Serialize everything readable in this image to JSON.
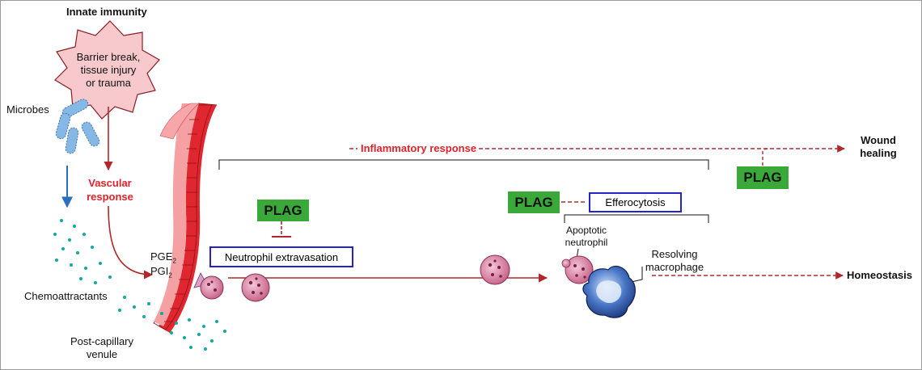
{
  "innate_title": "Innate immunity",
  "barrier_line1": "Barrier break,",
  "barrier_line2": "tissue injury",
  "barrier_line3": "or trauma",
  "microbes": "Microbes",
  "vascular_line1": "Vascular",
  "vascular_line2": "response",
  "chemoattractants": "Chemoattractants",
  "venule_line1": "Post-capillary",
  "venule_line2": "venule",
  "pge_main": "PGE",
  "pge_sub": "2",
  "pgi_main": "PGI",
  "pgi_sub": "2",
  "plag": "PLAG",
  "neutrophil_extravasation": "Neutrophil extravasation",
  "inflammatory_response": "Inflammatory response",
  "wound_line1": "Wound",
  "wound_line2": "healing",
  "efferocytosis": "Efferocytosis",
  "apoptotic_line1": "Apoptotic",
  "apoptotic_line2": "neutrophil",
  "resolving_line1": "Resolving",
  "resolving_line2": "macrophage",
  "homeostasis": "Homeostasis",
  "colors": {
    "red_text": "#e2222a",
    "arrow_red": "#b0282a",
    "plag_green": "#3aa93a",
    "box_blue": "#2323c8",
    "vessel": "#e0262e",
    "microbe": "#86b8e6",
    "dots": "#14a8a0"
  }
}
